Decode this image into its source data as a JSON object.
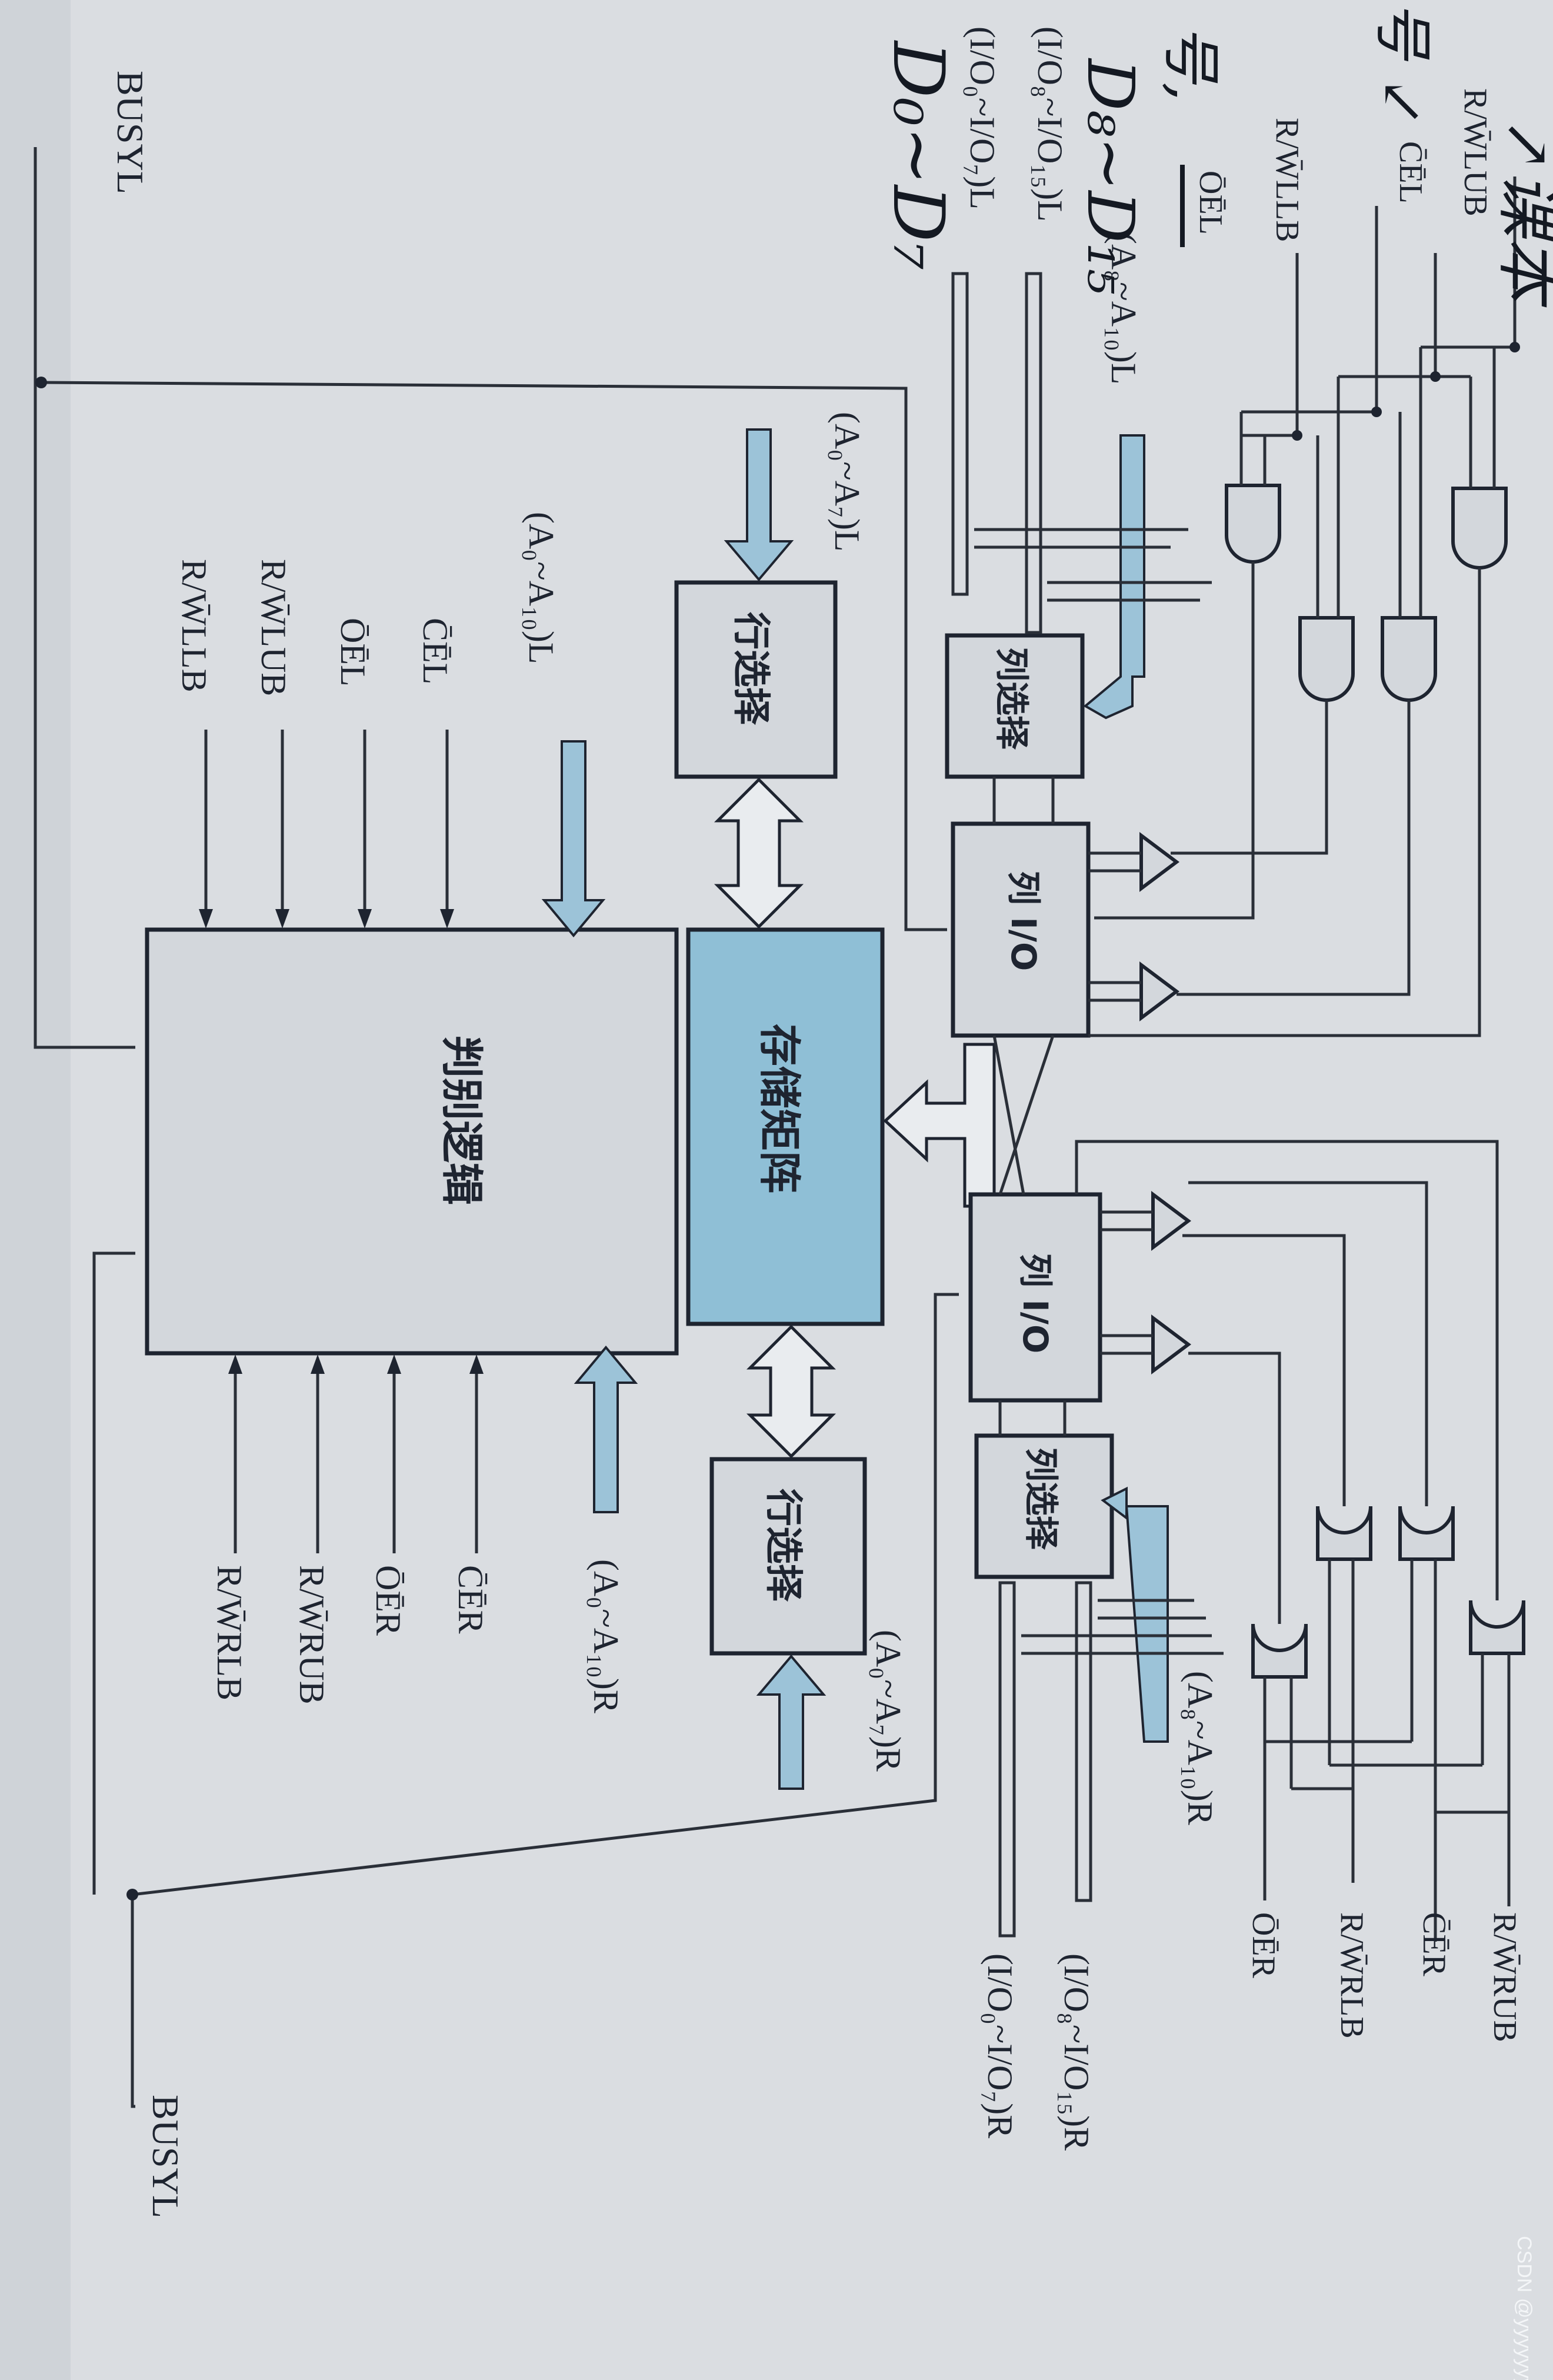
{
  "handwriting": {
    "top_note": "↗课本",
    "note_2": "号 ↙",
    "note_3": "号,",
    "d8_d15": "D₈~D₁₅",
    "d0_d7": "D₀~D₇"
  },
  "blocks": {
    "storage_array": "存储矩阵",
    "judge_logic": "判别逻辑",
    "row_select_left": "行选择",
    "row_select_right": "行选择",
    "col_select_left": "列选择",
    "col_select_right": "列选择",
    "col_io_left": "列 I/O",
    "col_io_right": "列 I/O"
  },
  "signals_left": {
    "rw_lub": "R/W̄LUB",
    "ce_l": "C̄ĒL",
    "rw_llb": "R/W̄LLB",
    "oe_l": "ŌĒL",
    "io_hi": "(I/O₈~I/O₁₅)L",
    "io_lo": "(I/O₀~I/O₇)L",
    "a8_a10": "(A₈~A₁₀)L",
    "a0_a7": "(A₀~A₇)L",
    "a0_a10": "(A₀~A₁₀)L",
    "busy": "BUSYL"
  },
  "signals_logic_left": {
    "ce": "C̄ĒL",
    "oe": "ŌĒL",
    "rw_lub": "R/W̄LUB",
    "rw_llb": "R/W̄LLB"
  },
  "signals_logic_right": {
    "ce": "C̄ĒR",
    "oe": "ŌĒR",
    "rw_rub": "R/W̄RUB",
    "rw_rlb": "R/W̄RLB"
  },
  "signals_right": {
    "rw_rub": "R/W̄RUB",
    "ce_r": "C̄ĒR",
    "rw_rlb": "R/W̄RLB",
    "oe_r": "ŌĒR",
    "io_hi": "(I/O₈~I/O₁₅)R",
    "io_lo": "(I/O₀~I/O₇)R",
    "a8_a10": "(A₈~A₁₀)R",
    "a0_a7": "(A₀~A₇)R",
    "a0_a10": "(A₀~A₁₀)R",
    "busy": "BUSYL"
  },
  "watermark": "CSDN @yyyyyyyy",
  "colors": {
    "bus_fill": "#9cc3d8",
    "storage_fill": "#8fbfd6",
    "paper": "#d9dce0"
  }
}
